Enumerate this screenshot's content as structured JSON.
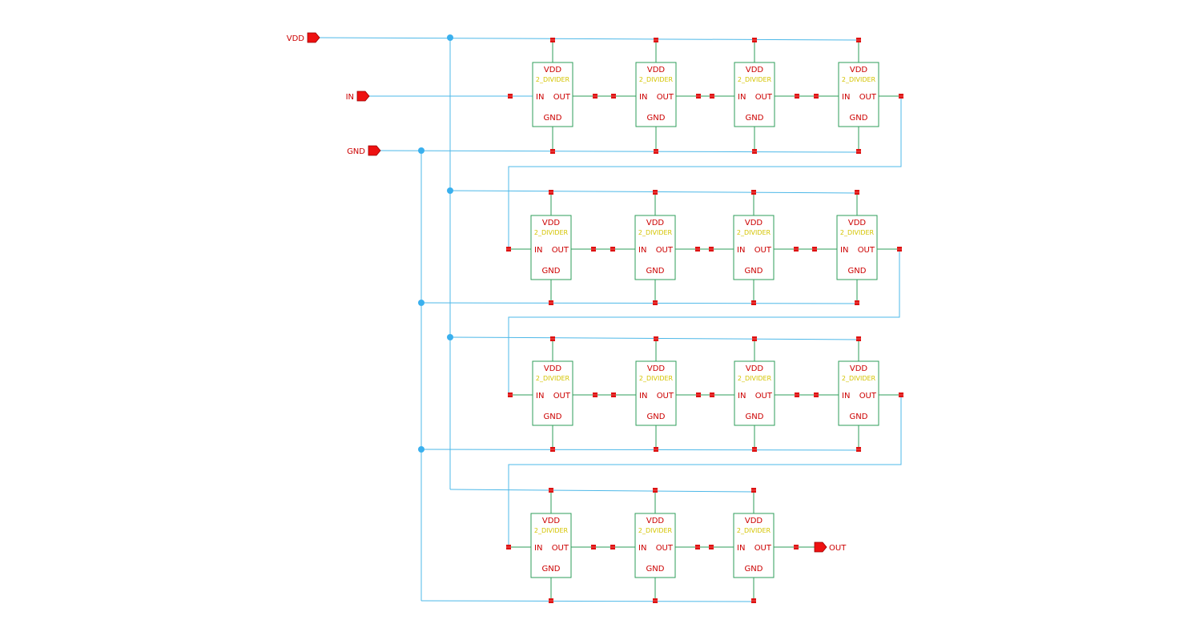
{
  "schematic": {
    "block_pin_labels": {
      "vdd": "VDD",
      "in": "IN",
      "out": "OUT",
      "gnd": "GND"
    },
    "block_cell_name": "2_DIVIDER",
    "ports": [
      {
        "id": "vdd",
        "label": "VDD",
        "direction": "input"
      },
      {
        "id": "in",
        "label": "IN",
        "direction": "input"
      },
      {
        "id": "gnd",
        "label": "GND",
        "direction": "input"
      },
      {
        "id": "out",
        "label": "OUT",
        "direction": "output"
      }
    ],
    "rows": [
      {
        "block_count": 4
      },
      {
        "block_count": 4
      },
      {
        "block_count": 4
      },
      {
        "block_count": 3
      }
    ],
    "total_blocks": 15,
    "colors": {
      "wire": "#4db8e8",
      "block_border": "#2e9e5a",
      "pin_label": "#cc0000",
      "cell_name": "#d4c400",
      "pin_marker": "#dd1111",
      "junction": "#3ab0ee",
      "port_fill": "#ee1111"
    }
  }
}
